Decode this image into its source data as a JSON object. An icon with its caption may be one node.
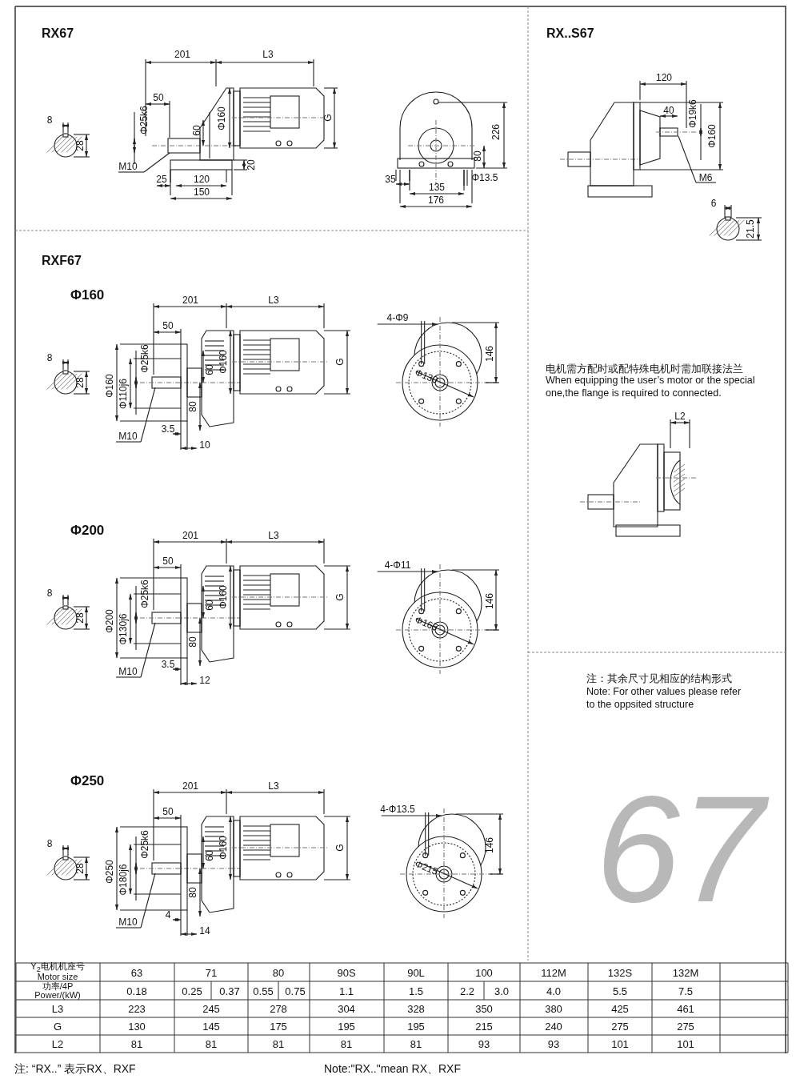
{
  "diagram": {
    "labels": [
      "RX67",
      "201",
      "L3",
      "50",
      "8",
      "Φ25k6",
      "60",
      "Φ160",
      "G",
      "28",
      "M10",
      "25",
      "120",
      "20",
      "150",
      "226",
      "80",
      "35",
      "Φ13.5",
      "135",
      "176",
      "RX..S67",
      "120",
      "40",
      "Φ19k6",
      "Φ160",
      "M6",
      "6",
      "21.5",
      "RXF67",
      "Φ160",
      "201",
      "L3",
      "50",
      "Φ25k6",
      "Φ160",
      "Φ110j6",
      "60",
      "Φ160",
      "G",
      "8",
      "28",
      "80",
      "M10",
      "3.5",
      "10",
      "4-Φ9",
      "Φ130",
      "146",
      "Φ200",
      "201",
      "L3",
      "50",
      "Φ25k6",
      "Φ200",
      "Φ130j6",
      "60",
      "Φ160",
      "G",
      "8",
      "28",
      "80",
      "M10",
      "3.5",
      "12",
      "4-Φ11",
      "Φ165",
      "146",
      "Φ250",
      "201",
      "L3",
      "50",
      "Φ25k6",
      "Φ250",
      "Φ180j6",
      "60",
      "Φ160",
      "G",
      "8",
      "28",
      "80",
      "M10",
      "4",
      "14",
      "4-Φ13.5",
      "Φ215",
      "146",
      "电机需方配时或配特殊电机时需加联接法兰",
      "When equipping the user’s motor or the special one,the flange is required to connected.",
      "L2",
      "注：其余尺寸见相应的结构形式",
      "Note: For other values please refer to the oppsited structure",
      "67",
      "Y$_{2}$电机机座号",
      "Motor size",
      "63",
      "71",
      "80",
      "90S",
      "90L",
      "100",
      "112M",
      "132S",
      "132M",
      "功率/4P",
      "Power/(kW)",
      "0.18",
      "0.25",
      "0.37",
      "0.55",
      "0.75",
      "1.1",
      "1.5",
      "2.2",
      "3.0",
      "4.0",
      "5.5",
      "7.5",
      "L3",
      "223",
      "245",
      "278",
      "304",
      "328",
      "350",
      "380",
      "425",
      "461",
      "G",
      "130",
      "145",
      "175",
      "195",
      "195",
      "215",
      "240",
      "275",
      "275",
      "L2",
      "81",
      "81",
      "81",
      "81",
      "81",
      "93",
      "93",
      "101",
      "101",
      "注: “RX..” 表示RX、RXF",
      "Note:\"RX..\"mean RX、RXF"
    ]
  }
}
